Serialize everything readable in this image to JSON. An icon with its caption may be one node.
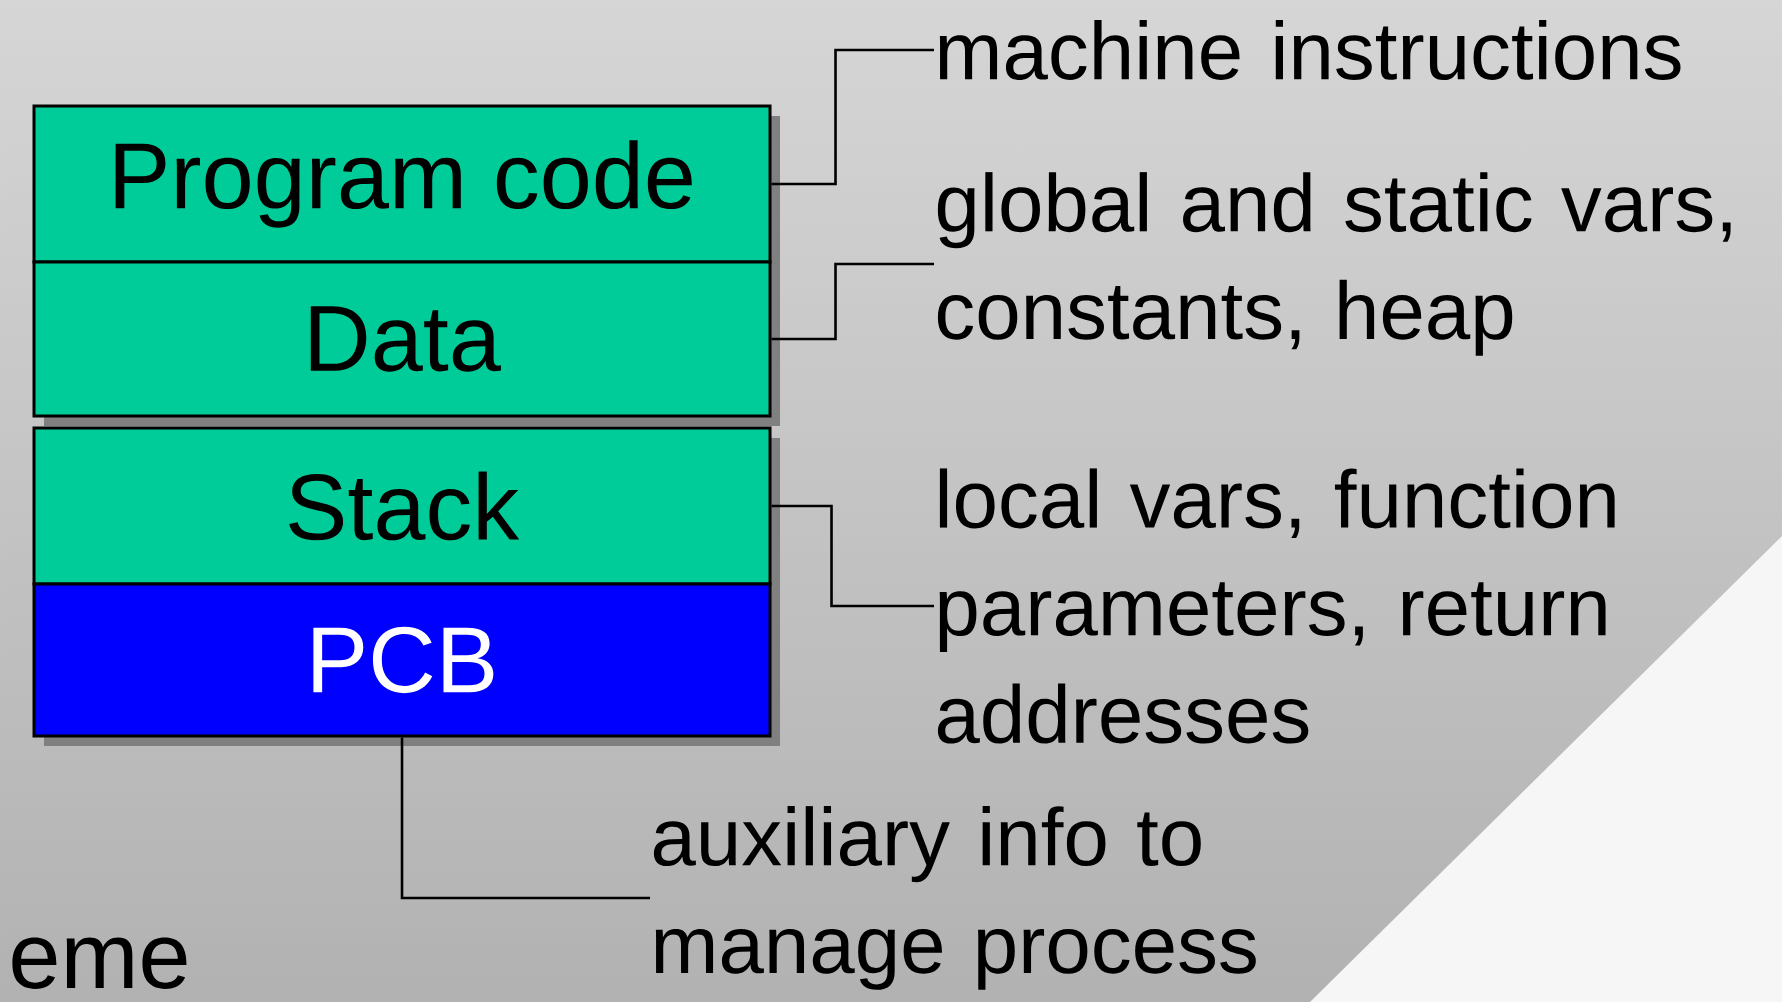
{
  "diagram": {
    "nodes": [
      {
        "text": [
          "Program code"
        ]
      },
      {
        "text": [
          "Data"
        ]
      },
      {
        "text": [
          "Stack"
        ]
      },
      {
        "text": [
          "PCB"
        ]
      },
      {
        "text": [
          "machine instructions"
        ]
      },
      {
        "text": [
          "global and static vars, constants, heap"
        ]
      },
      {
        "text": [
          "local vars, function parameters, return addresses"
        ]
      },
      {
        "text": [
          "auxiliary info to manage process"
        ]
      }
    ],
    "edges": [
      {
        "from": 0,
        "to": 4,
        "arrow": "none"
      },
      {
        "from": 1,
        "to": 5,
        "arrow": "none"
      },
      {
        "from": 2,
        "to": 6,
        "arrow": "none"
      },
      {
        "from": 3,
        "to": 7,
        "arrow": "none"
      }
    ],
    "labels": [
      "eme"
    ]
  }
}
